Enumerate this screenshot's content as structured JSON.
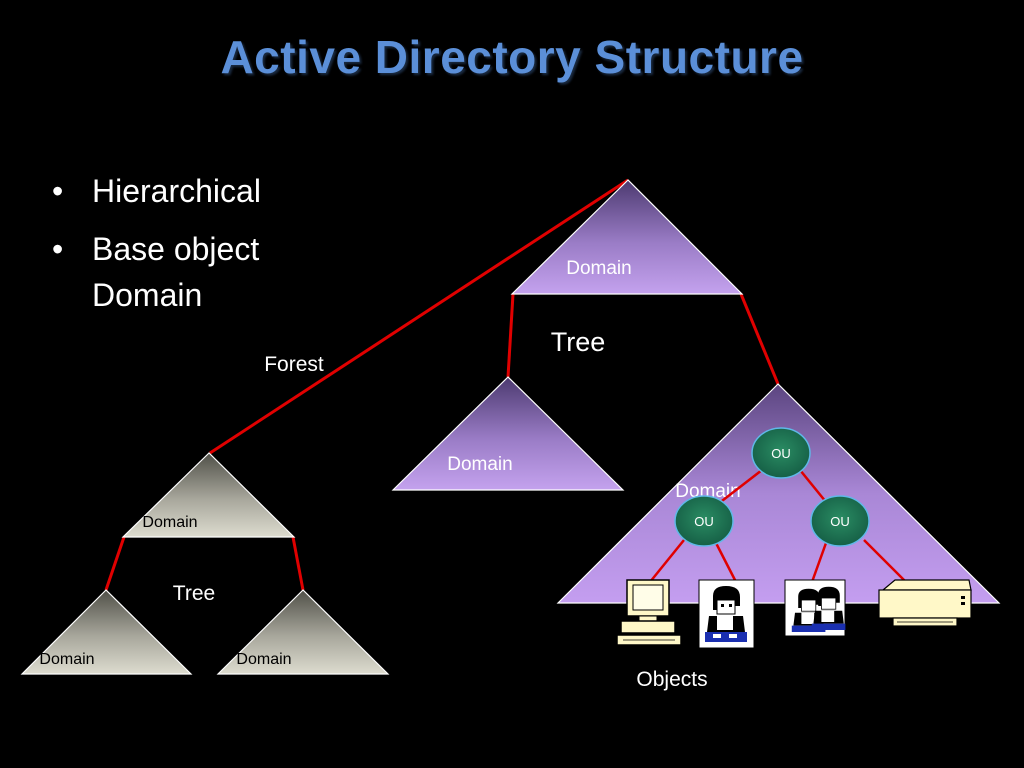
{
  "slide": {
    "title": "Active Directory Structure",
    "bullets": [
      {
        "marker": "•",
        "text": "Hierarchical"
      },
      {
        "marker": "•",
        "text": "Base object Domain"
      }
    ]
  },
  "diagram": {
    "labels": {
      "forest": "Forest",
      "tree_right": "Tree",
      "tree_left": "Tree",
      "objects": "Objects"
    },
    "domains": {
      "top": "Domain",
      "middle": "Domain",
      "big": "Domain",
      "left_top": "Domain",
      "left_bottom_1": "Domain",
      "left_bottom_2": "Domain"
    },
    "ous": {
      "top": "OU",
      "left": "OU",
      "right": "OU"
    },
    "objects": [
      {
        "icon": "computer-icon"
      },
      {
        "icon": "user-icon"
      },
      {
        "icon": "group-icon"
      },
      {
        "icon": "printer-icon"
      }
    ],
    "colors": {
      "title": "#5b8fd8",
      "link": "#e00000",
      "purple_domain": "#bf9ae6",
      "grey_domain": "#c9c8bd",
      "ou_fill": "#1f7a57"
    }
  }
}
